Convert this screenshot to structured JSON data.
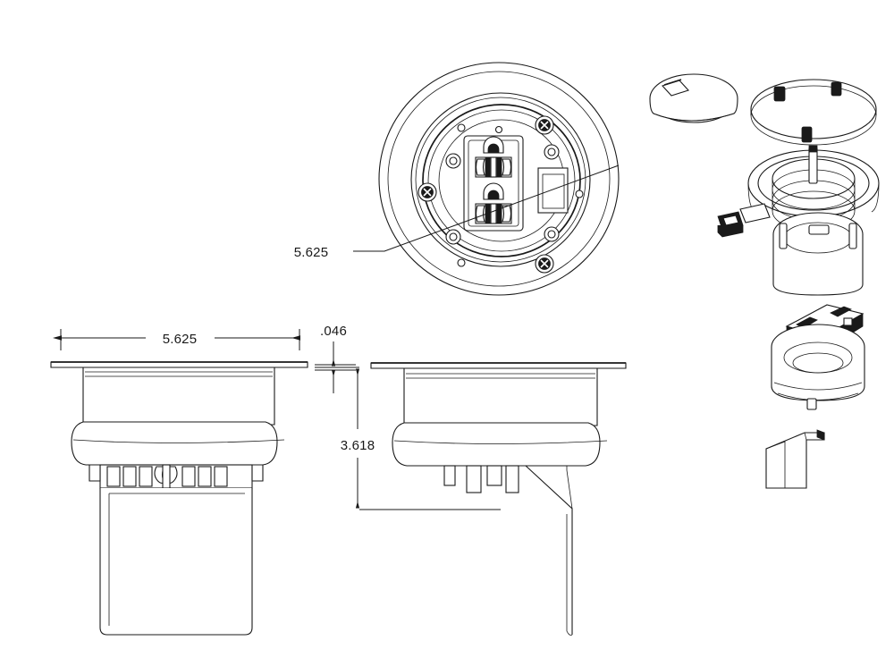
{
  "drawing": {
    "title": "Floor Box Cover Assembly",
    "background_color": "#ffffff",
    "line_color": "#1a1a1a",
    "dimensions": {
      "plan_diameter": "5.625",
      "cover_width": "5.625",
      "plate_thickness": ".046",
      "overall_height": "3.618"
    },
    "views": {
      "plan": "plan-view-round-floor-box",
      "front_elevation": "front-elevation-view",
      "side_elevation": "side-elevation-view",
      "exploded": "exploded-assembly-view"
    },
    "parts": {
      "cover_disc": "round-flip-lid-cover",
      "gasket_ring": "tabbed-retaining-ring",
      "flange_ring": "threaded-flange-ring",
      "screw": "mounting-screw",
      "clip_plate": "flat-washer-plate",
      "upper_body": "upper-box-body",
      "device": "duplex-receptacle-device",
      "lower_body": "lower-box-body",
      "bracket": "mounting-bracket"
    },
    "plan_features": {
      "receptacle_count": "2",
      "screw_count": "4",
      "switch_plate": "rectangular-blank-plate"
    }
  }
}
